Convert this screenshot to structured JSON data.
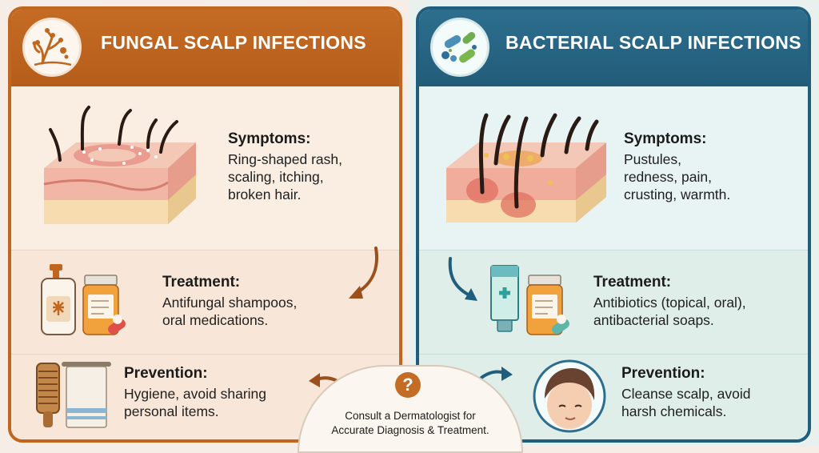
{
  "fungal": {
    "title": "FUNGAL SCALP INFECTIONS",
    "header_color": "#c46b24",
    "symptoms": {
      "label": "Symptoms:",
      "lines": [
        "Ring-shaped rash,",
        "scaling, itching,",
        "broken hair."
      ]
    },
    "treatment": {
      "label": "Treatment:",
      "lines": [
        "Antifungal shampoos,",
        "oral medications."
      ]
    },
    "prevention": {
      "label": "Prevention:",
      "lines": [
        "Hygiene, avoid sharing",
        "personal items."
      ]
    },
    "icons": [
      "fungus-icon",
      "skin-cross-section-icon",
      "shampoo-bottle-icon",
      "pill-bottle-icon",
      "comb-icon",
      "towel-icon"
    ]
  },
  "bacterial": {
    "title": "BACTERIAL SCALP INFECTIONS",
    "header_color": "#2d6e8e",
    "symptoms": {
      "label": "Symptoms:",
      "lines": [
        "Pustules,",
        "redness, pain,",
        "crusting, warmth."
      ]
    },
    "treatment": {
      "label": "Treatment:",
      "lines": [
        "Antibiotics (topical, oral),",
        "antibacterial soaps."
      ]
    },
    "prevention": {
      "label": "Prevention:",
      "lines": [
        "Cleanse scalp, avoid",
        "harsh chemicals."
      ]
    },
    "icons": [
      "bacteria-icon",
      "skin-cross-section-icon",
      "ointment-tube-icon",
      "pill-bottle-icon",
      "face-icon"
    ]
  },
  "consult": {
    "symbol": "?",
    "lines": [
      "Consult a Dermatologist for",
      "Accurate Diagnosis & Treatment."
    ]
  }
}
